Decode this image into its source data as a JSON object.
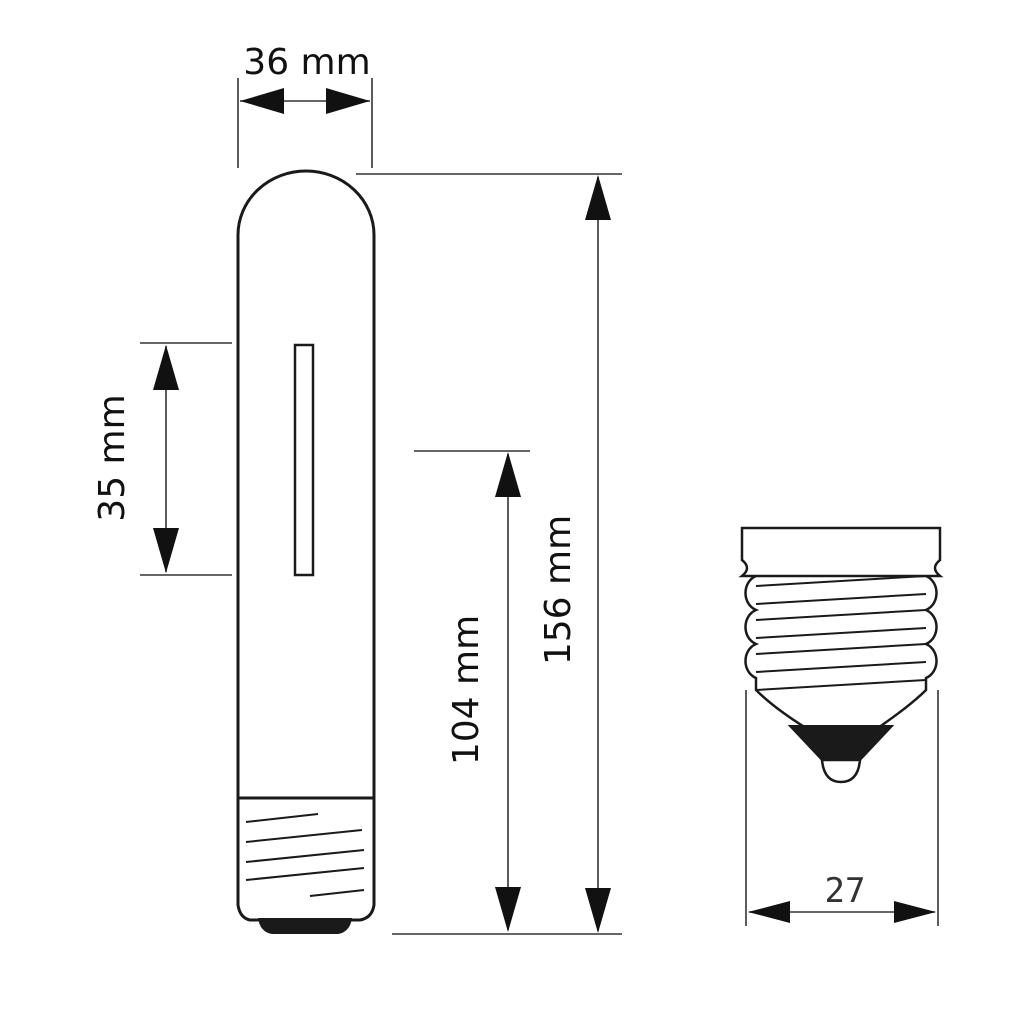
{
  "dimensions": {
    "diameter": "36 mm",
    "arc_length": "35 mm",
    "light_center": "104 mm",
    "overall_length": "156 mm",
    "base_diameter": "27"
  },
  "colors": {
    "ink": "#1a1a1a",
    "background": "#ffffff"
  }
}
